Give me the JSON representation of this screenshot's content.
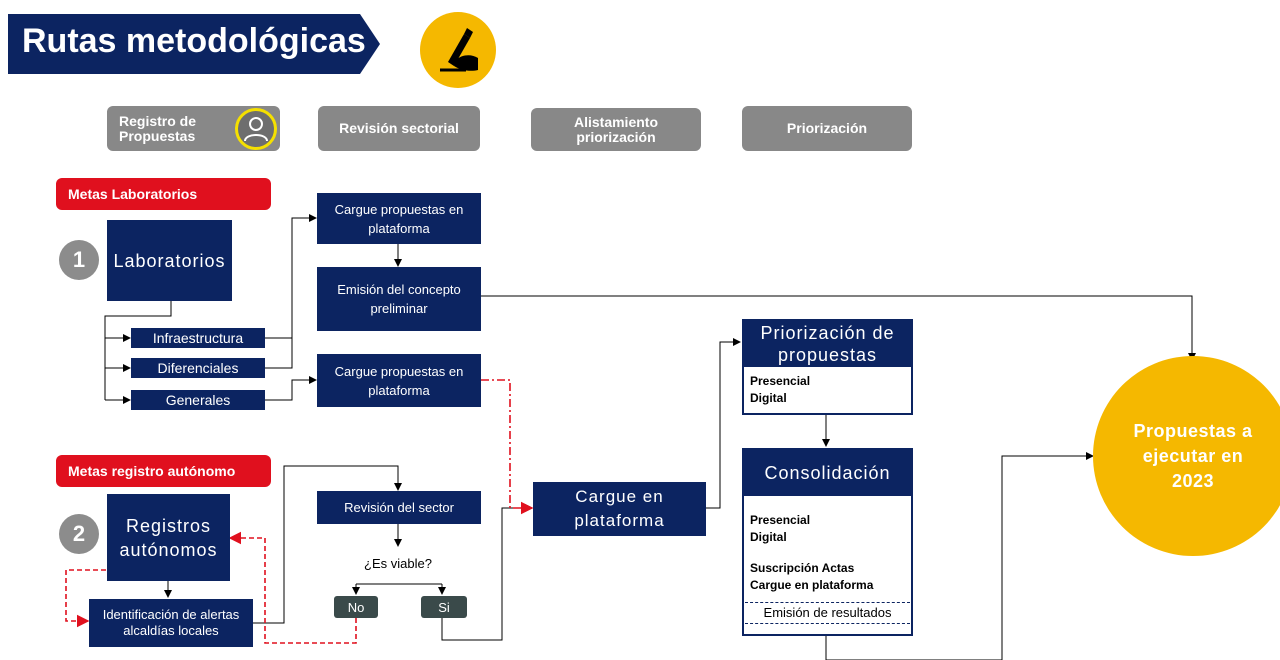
{
  "header": {
    "title": "Rutas metodológicas",
    "icon": "hand-writing-icon"
  },
  "phases": [
    {
      "label": "Registro de\nPropuestas",
      "icon": "user-icon"
    },
    {
      "label": "Revisión sectorial"
    },
    {
      "label": "Alistamiento\npriorización"
    },
    {
      "label": "Priorización"
    }
  ],
  "metas": {
    "laboratorios": "Metas Laboratorios",
    "registro": "Metas registro autónomo"
  },
  "steps": {
    "one": "1",
    "two": "2"
  },
  "nodes": {
    "laboratorios": "Laboratorios",
    "infraestructura": "Infraestructura",
    "diferenciales": "Diferenciales",
    "generales": "Generales",
    "cargue1": "Cargue propuestas en plataforma",
    "emision_concepto": "Emisión del concepto preliminar",
    "cargue2": "Cargue propuestas en plataforma",
    "registros": "Registros autónomos",
    "identificacion": "Identificación de alertas alcaldías locales",
    "revision_sector": "Revisión del sector",
    "viable": "¿Es viable?",
    "no": "No",
    "si": "Si",
    "cargue_plataforma": "Cargue en plataforma",
    "priorizacion_title": "Priorización de propuestas",
    "priorizacion_items": [
      "Presencial",
      "Digital"
    ],
    "consolidacion_title": "Consolidación",
    "consolidacion_items1": [
      "Presencial",
      "Digital"
    ],
    "consolidacion_items2": [
      "Suscripción Actas",
      "Cargue en plataforma"
    ],
    "emision_resultados": "Emisión de resultados",
    "resultado": "Propuestas a ejecutar en 2023"
  },
  "colors": {
    "navy": "#0c2461",
    "gold": "#f5b800",
    "red": "#e0101e",
    "gray": "#888888"
  }
}
